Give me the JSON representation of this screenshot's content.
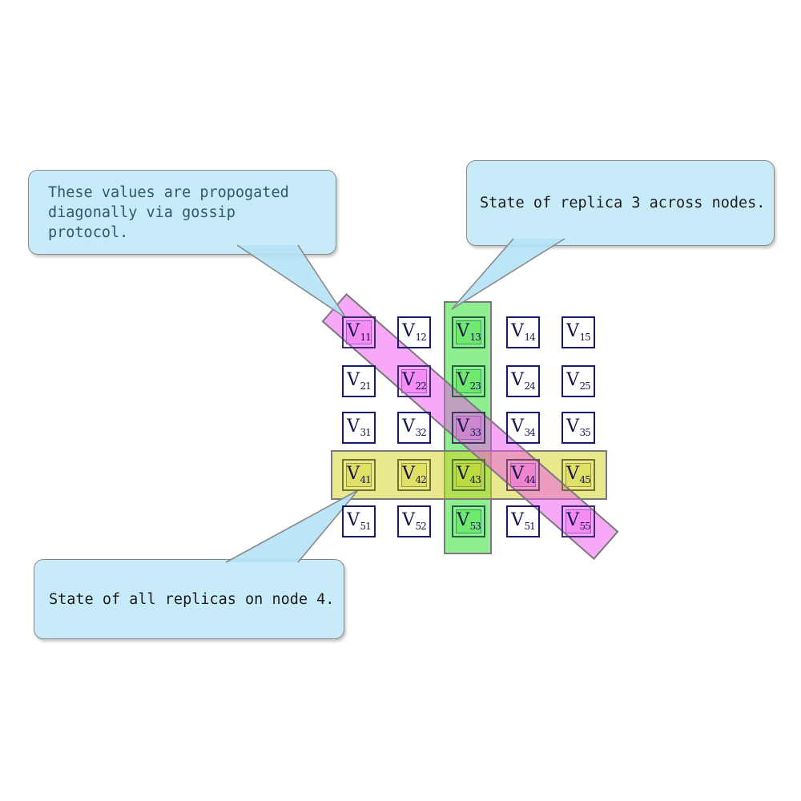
{
  "figure": {
    "background": "#ffffff"
  },
  "callouts": [
    {
      "id": "gossip",
      "text": "These values are propogated diagonally via gossip protocol.",
      "text_color": "#2d5a6e"
    },
    {
      "id": "replica3",
      "text": "State of replica 3 across nodes.",
      "text_color": "#1c1c1c"
    },
    {
      "id": "node4",
      "text": "State of all replicas on node 4.",
      "text_color": "#1c1c1c"
    }
  ],
  "callout_style": {
    "bg": "#c8ebfa",
    "border": "#8a8a8a"
  },
  "matrix": {
    "base": "V",
    "subscripts": [
      [
        "11",
        "12",
        "13",
        "14",
        "15"
      ],
      [
        "21",
        "22",
        "23",
        "24",
        "25"
      ],
      [
        "31",
        "32",
        "33",
        "34",
        "35"
      ],
      [
        "41",
        "42",
        "43",
        "44",
        "45"
      ],
      [
        "51",
        "52",
        "53",
        "51",
        "55"
      ]
    ],
    "cell_bands": [
      [
        "m",
        "",
        "g",
        "",
        ""
      ],
      [
        "",
        "m",
        "g",
        "",
        ""
      ],
      [
        "",
        "",
        "gm",
        "",
        ""
      ],
      [
        "y",
        "y",
        "gy",
        "ym",
        "y"
      ],
      [
        "",
        "",
        "g",
        "",
        "m"
      ]
    ],
    "label_color": "#15154d",
    "border_color": "#181870"
  },
  "bands": {
    "green": {
      "name": "replica-3-column",
      "color": "rgba(31,221,31,0.5)"
    },
    "yellow": {
      "name": "node-4-row",
      "color": "rgba(209,209,26,0.5)"
    },
    "magenta": {
      "name": "gossip-diagonal",
      "color": "rgba(240,82,240,0.5)"
    },
    "border": "#7a7a7a",
    "tail_fill": "#b5e2f6",
    "tail_stroke": "#8a8a8a"
  }
}
